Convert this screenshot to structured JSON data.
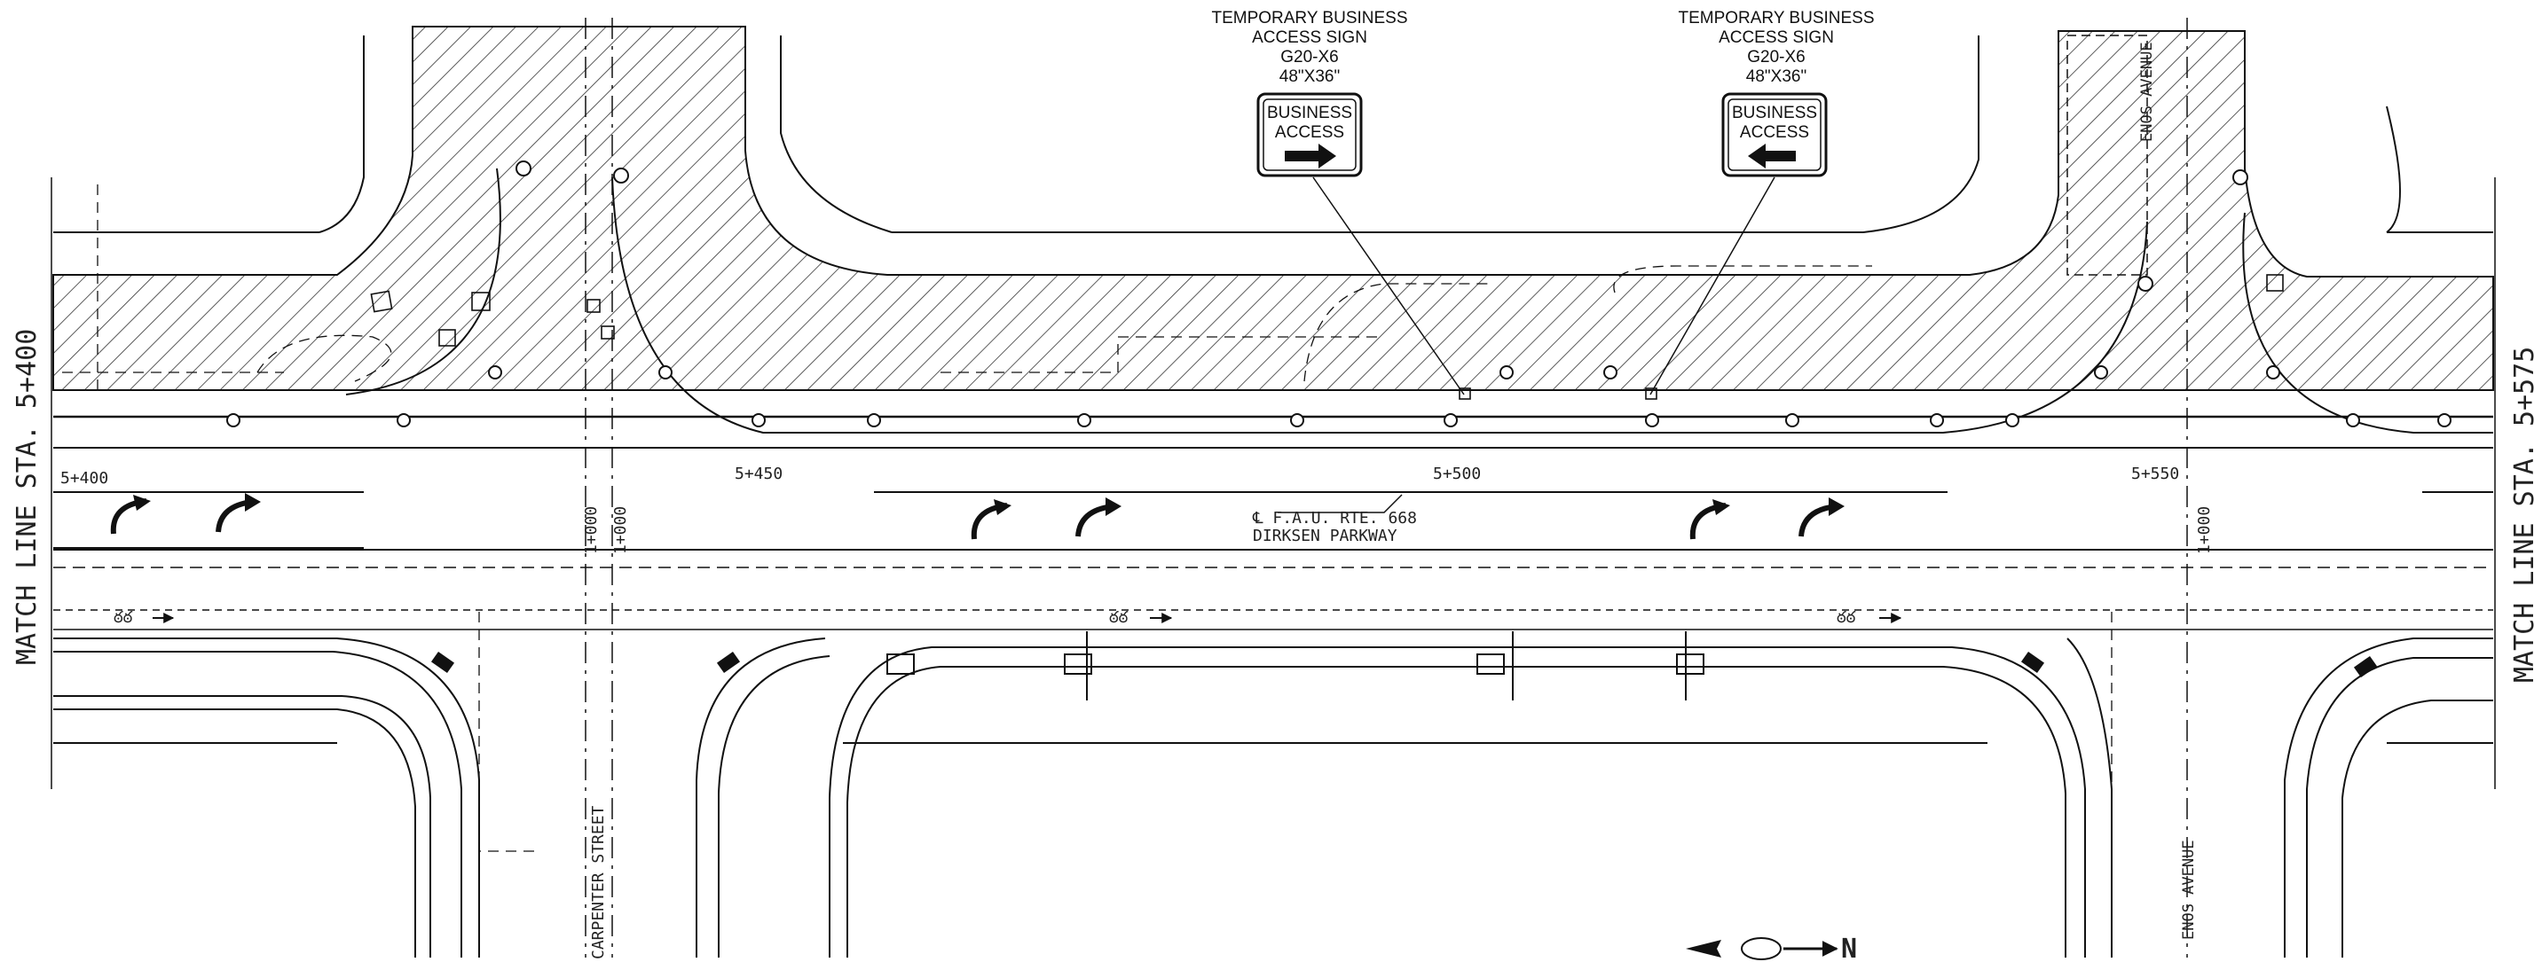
{
  "match_lines": {
    "left": "MATCH LINE STA. 5+400",
    "right": "MATCH LINE STA. 5+575"
  },
  "stations": [
    "5+400",
    "5+450",
    "5+500",
    "5+550"
  ],
  "cross_station": "1+000",
  "route": {
    "label": "℄ F.A.U. RTE. 668",
    "name": "DIRKSEN PARKWAY"
  },
  "streets": {
    "carpenter": "CARPENTER STREET",
    "enos_bottom": "ENOS AVENUE",
    "enos_top": "ENOS AVENUE"
  },
  "signs": [
    {
      "callout": [
        "TEMPORARY BUSINESS",
        "ACCESS SIGN",
        "G20-X6",
        "48\"X36\""
      ],
      "face": [
        "BUSINESS",
        "ACCESS"
      ],
      "arrow": "right"
    },
    {
      "callout": [
        "TEMPORARY BUSINESS",
        "ACCESS SIGN",
        "G20-X6",
        "48\"X36\""
      ],
      "face": [
        "BUSINESS",
        "ACCESS"
      ],
      "arrow": "left"
    }
  ],
  "north_arrow": "N",
  "colors": {
    "ink": "#111111",
    "paper": "#ffffff"
  }
}
